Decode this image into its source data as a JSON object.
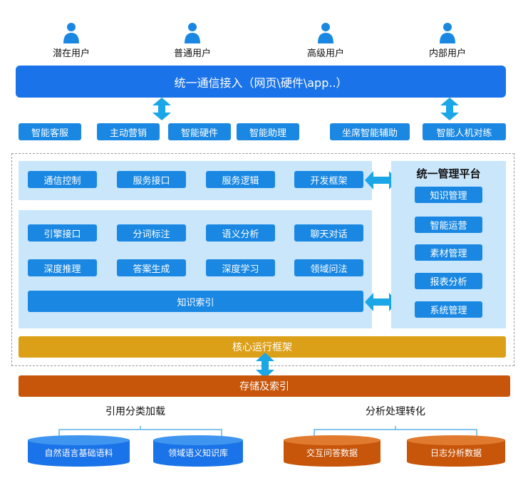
{
  "users": [
    "潜在用户",
    "普通用户",
    "高级用户",
    "内部用户"
  ],
  "access_bar": "统一通信接入（网页\\硬件\\app..）",
  "channels_left": [
    "智能客服",
    "主动营销",
    "智能硬件",
    "智能助理"
  ],
  "channels_right": [
    "坐席智能辅助",
    "智能人机对练"
  ],
  "service_row": [
    "通信控制",
    "服务接口",
    "服务逻辑",
    "开发框架"
  ],
  "engine_row1": [
    "引擎接口",
    "分词标注",
    "语义分析",
    "聊天对话"
  ],
  "engine_row2": [
    "深度推理",
    "答案生成",
    "深度学习",
    "领域问法"
  ],
  "knowledge_index": "知识索引",
  "mgmt_platform": {
    "title": "统一管理平台",
    "items": [
      "知识管理",
      "智能运营",
      "素材管理",
      "报表分析",
      "系统管理"
    ]
  },
  "core_framework": "核心运行框架",
  "storage": "存储及索引",
  "bottom_groups": [
    {
      "title": "引用分类加载",
      "items": [
        "自然语言基础语料",
        "领域语义知识库"
      ]
    },
    {
      "title": "分析处理转化",
      "items": [
        "交互问答数据",
        "日志分析数据"
      ]
    }
  ],
  "colors": {
    "primary_blue": "#1a73e8",
    "chip_blue": "#1a88e2",
    "light_panel": "#c9e6fb",
    "gold": "#dca018",
    "orange": "#c7550a",
    "arrow": "#1ba6e8",
    "bracket": "#5ab3e6"
  }
}
